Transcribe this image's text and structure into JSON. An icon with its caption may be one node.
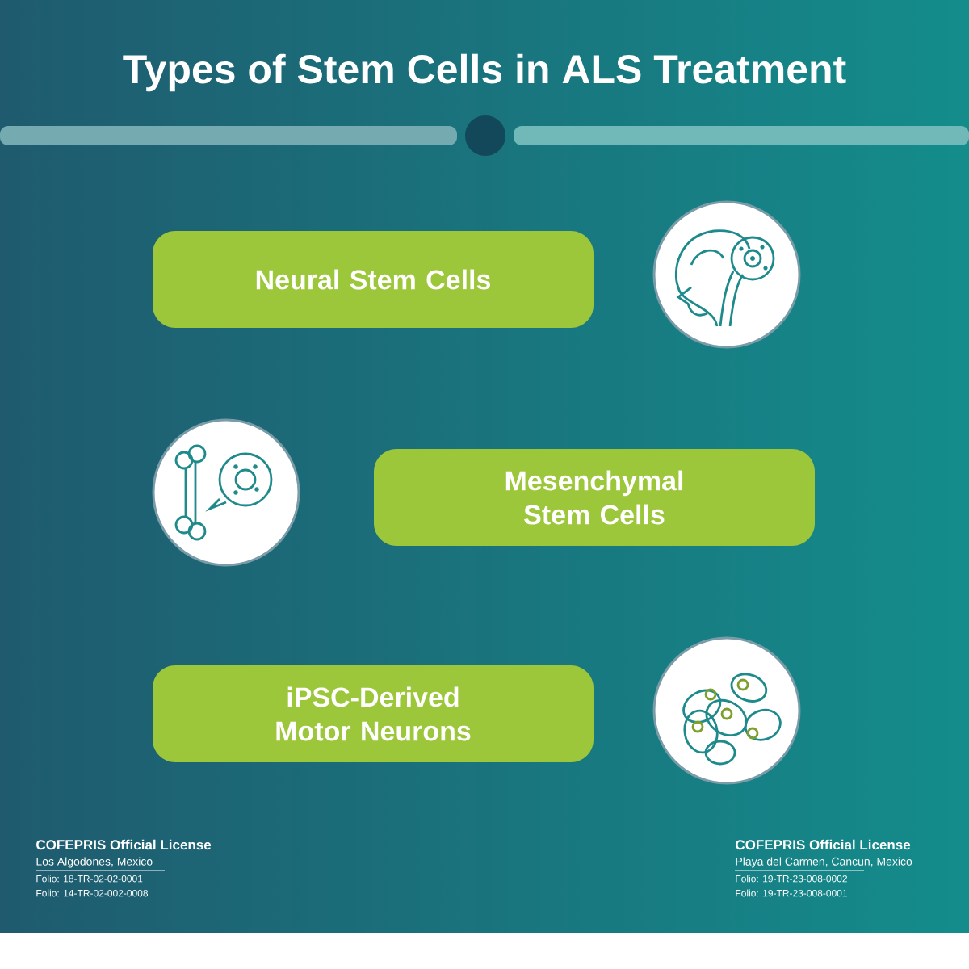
{
  "diagram": {
    "title": "Types of Stem Cells in ALS Treatment",
    "nodes": [
      {
        "text": [
          "Neural Stem Cells"
        ]
      },
      {
        "text": [],
        "shape": "circle"
      },
      {
        "text": [],
        "shape": "circle"
      },
      {
        "text": [
          "Mesenchymal Stem Cells"
        ]
      },
      {
        "text": [
          "iPSC-Derived Motor Neurons"
        ]
      },
      {
        "text": [],
        "shape": "circle"
      }
    ],
    "edges": [],
    "labels": [
      "COFEPRIS Official License",
      "Los Algodones, Mexico",
      "Folio: 18-TR-02-02-0001",
      "Folio: 14-TR-02-002-0008",
      "COFEPRIS Official License",
      "Playa del Carmen, Cancun, Mexico",
      "Folio: 19-TR-23-008-0002",
      "Folio: 19-TR-23-008-0001"
    ]
  }
}
